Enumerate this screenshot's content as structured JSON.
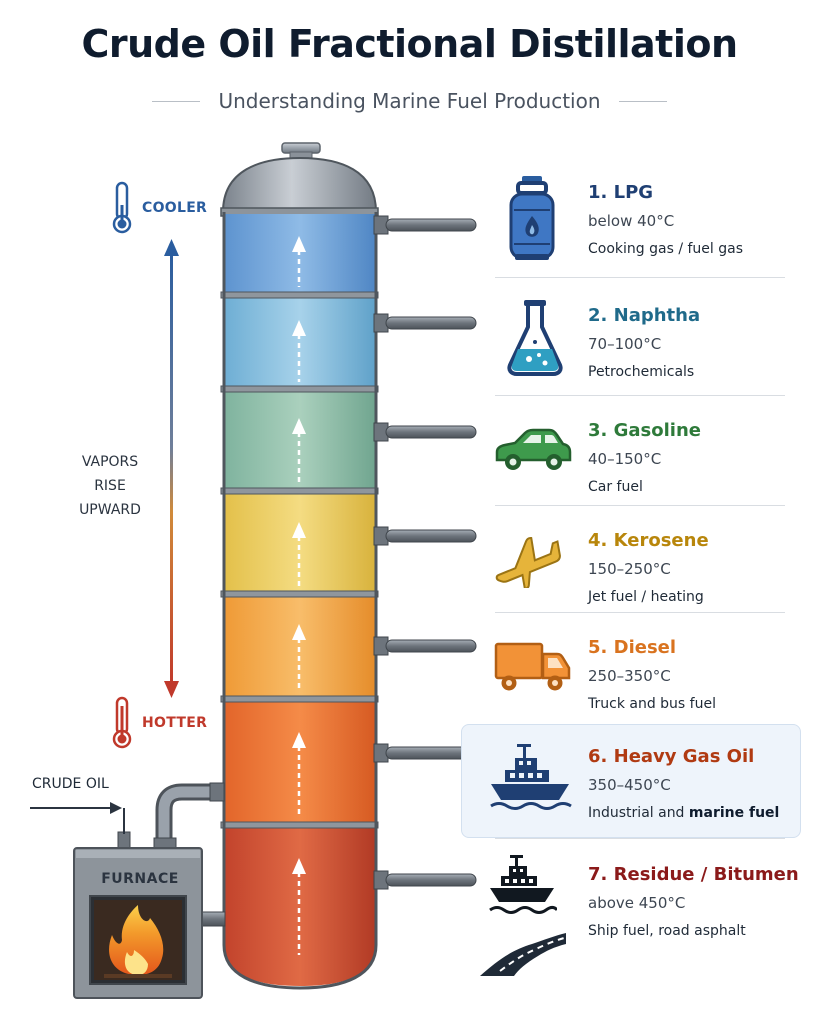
{
  "header": {
    "title": "Crude Oil Fractional Distillation",
    "subtitle": "Understanding Marine Fuel Production"
  },
  "left_panel": {
    "cooler_label": "COOLER",
    "hotter_label": "HOTTER",
    "vapors_line1": "VAPORS",
    "vapors_line2": "RISE",
    "vapors_line3": "UPWARD",
    "crude_oil_label": "CRUDE OIL",
    "furnace_label": "FURNACE"
  },
  "colors": {
    "cooler": "#2a5d9f",
    "hotter": "#c0392b",
    "highlight_bg": "#eef4fb"
  },
  "fractions": [
    {
      "name": "1. LPG",
      "range": "below 40°C",
      "use": "Cooking gas / fuel gas",
      "color": "#1f3f73",
      "icon": "gas-cylinder-icon"
    },
    {
      "name": "2. Naphtha",
      "range": "70–100°C",
      "use": "Petrochemicals",
      "color": "#1f6a8a",
      "icon": "flask-icon"
    },
    {
      "name": "3. Gasoline",
      "range": "40–150°C",
      "use": "Car fuel",
      "color": "#2e7a3a",
      "icon": "car-icon"
    },
    {
      "name": "4. Kerosene",
      "range": "150–250°C",
      "use": "Jet fuel / heating",
      "color": "#b8860b",
      "icon": "airplane-icon"
    },
    {
      "name": "5. Diesel",
      "range": "250–350°C",
      "use": "Truck and bus fuel",
      "color": "#d9731f",
      "icon": "truck-icon"
    },
    {
      "name": "6. Heavy Gas Oil",
      "range": "350–450°C",
      "use_prefix": "Industrial and ",
      "use_emph": "marine fuel",
      "color": "#b03a12",
      "icon": "ship-icon",
      "highlighted": true
    },
    {
      "name": "7. Residue / Bitumen",
      "range": "above 450°C",
      "use": "Ship fuel, road asphalt",
      "color": "#8b1a1a",
      "icon": "ship-road-icon"
    }
  ]
}
